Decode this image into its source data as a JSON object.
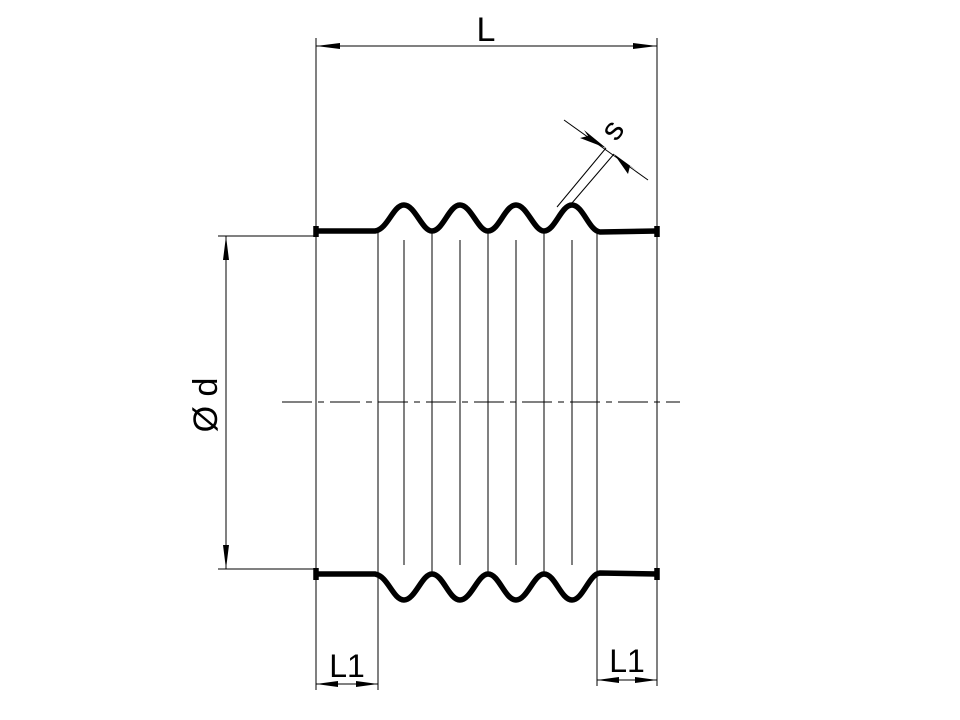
{
  "drawing": {
    "labels": {
      "overall_length": "L",
      "wall_thickness": "s",
      "diameter": "Ø d",
      "left_collar_length": "L1",
      "right_collar_length": "L1"
    }
  }
}
